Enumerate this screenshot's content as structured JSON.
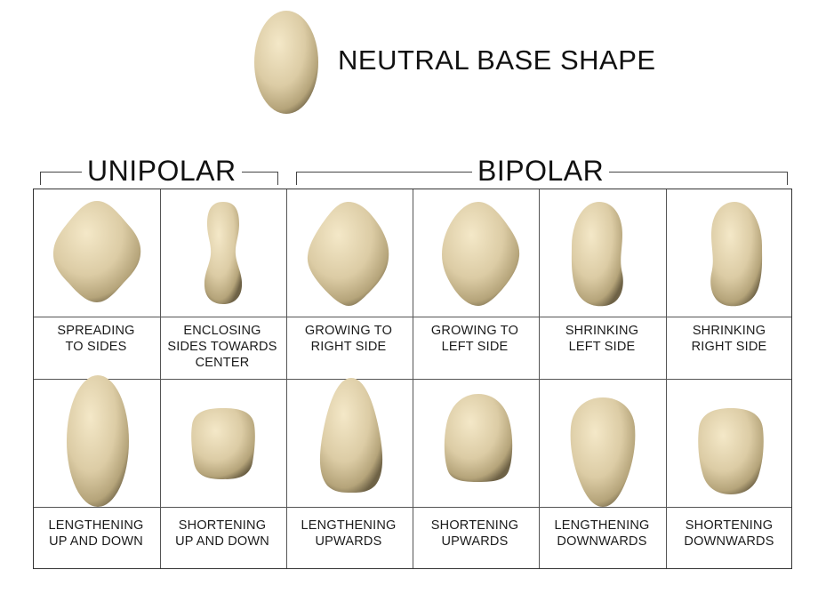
{
  "title": "NEUTRAL BASE SHAPE",
  "groups": {
    "unipolar": "UNIPOLAR",
    "bipolar": "BIPOLAR"
  },
  "shape_color": "#d9caa4",
  "row1": [
    {
      "l1": "SPREADING",
      "l2": "TO SIDES",
      "l3": ""
    },
    {
      "l1": "ENCLOSING",
      "l2": "SIDES TOWARDS",
      "l3": "CENTER"
    },
    {
      "l1": "GROWING TO",
      "l2": "RIGHT SIDE",
      "l3": ""
    },
    {
      "l1": "GROWING TO",
      "l2": "LEFT SIDE",
      "l3": ""
    },
    {
      "l1": "SHRINKING",
      "l2": "LEFT SIDE",
      "l3": ""
    },
    {
      "l1": "SHRINKING",
      "l2": "RIGHT SIDE",
      "l3": ""
    }
  ],
  "row2": [
    {
      "l1": "LENGTHENING",
      "l2": "UP AND DOWN"
    },
    {
      "l1": "SHORTENING",
      "l2": "UP AND DOWN"
    },
    {
      "l1": "LENGTHENING",
      "l2": "UPWARDS"
    },
    {
      "l1": "SHORTENING",
      "l2": "UPWARDS"
    },
    {
      "l1": "LENGTHENING",
      "l2": "DOWNWARDS"
    },
    {
      "l1": "SHORTENING",
      "l2": "DOWNWARDS"
    }
  ]
}
